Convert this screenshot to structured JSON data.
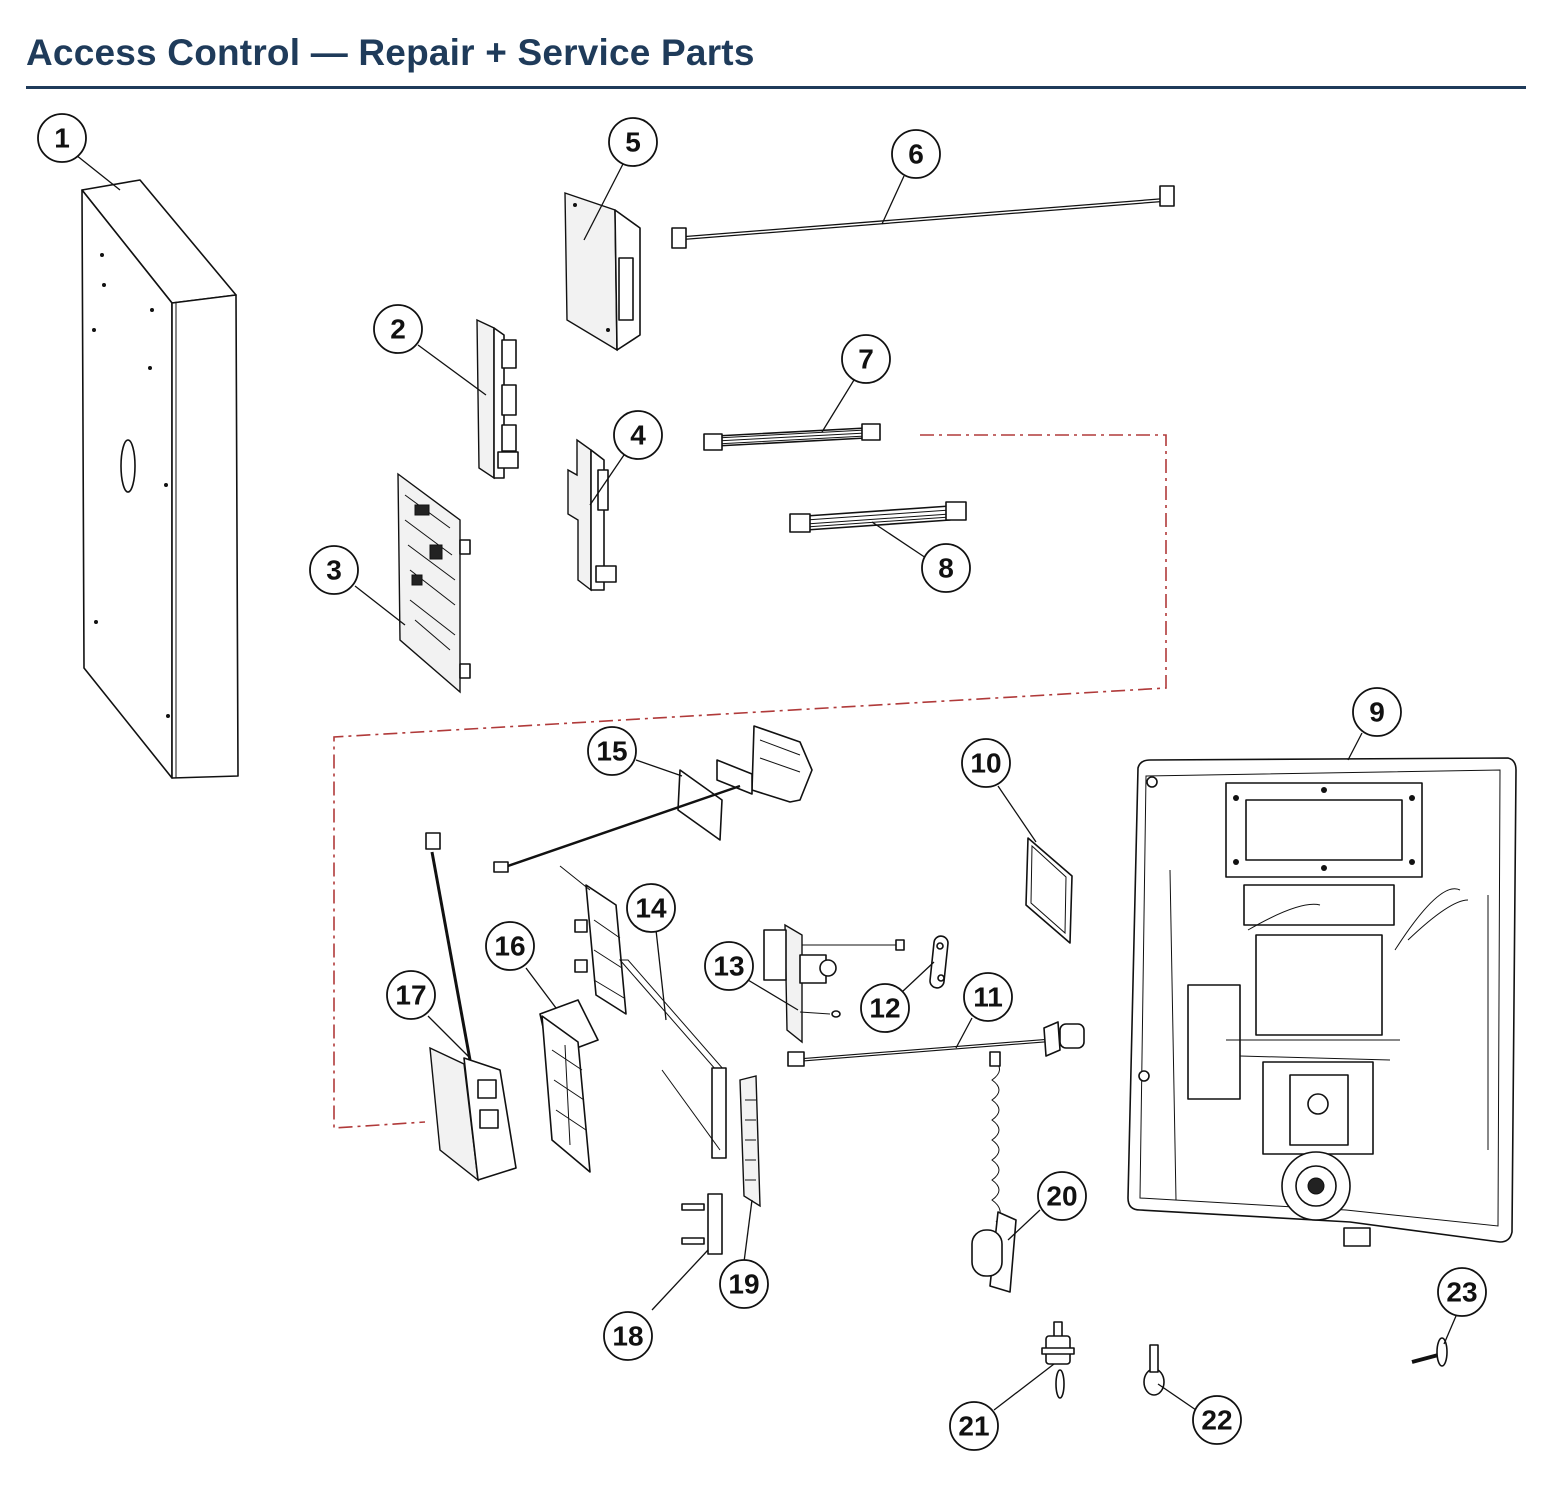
{
  "title": "Access Control — Repair + Service Parts",
  "callouts": [
    {
      "id": "1",
      "label": "1"
    },
    {
      "id": "2",
      "label": "2"
    },
    {
      "id": "3",
      "label": "3"
    },
    {
      "id": "4",
      "label": "4"
    },
    {
      "id": "5",
      "label": "5"
    },
    {
      "id": "6",
      "label": "6"
    },
    {
      "id": "7",
      "label": "7"
    },
    {
      "id": "8",
      "label": "8"
    },
    {
      "id": "9",
      "label": "9"
    },
    {
      "id": "10",
      "label": "10"
    },
    {
      "id": "11",
      "label": "11"
    },
    {
      "id": "12",
      "label": "12"
    },
    {
      "id": "13",
      "label": "13"
    },
    {
      "id": "14",
      "label": "14"
    },
    {
      "id": "15",
      "label": "15"
    },
    {
      "id": "16",
      "label": "16"
    },
    {
      "id": "17",
      "label": "17"
    },
    {
      "id": "18",
      "label": "18"
    },
    {
      "id": "19",
      "label": "19"
    },
    {
      "id": "20",
      "label": "20"
    },
    {
      "id": "21",
      "label": "21"
    },
    {
      "id": "22",
      "label": "22"
    },
    {
      "id": "23",
      "label": "23"
    }
  ],
  "colors": {
    "title": "#1f3b5a",
    "rule": "#1f3b5a",
    "group_outline": "#b03a3a",
    "line": "#111111"
  }
}
